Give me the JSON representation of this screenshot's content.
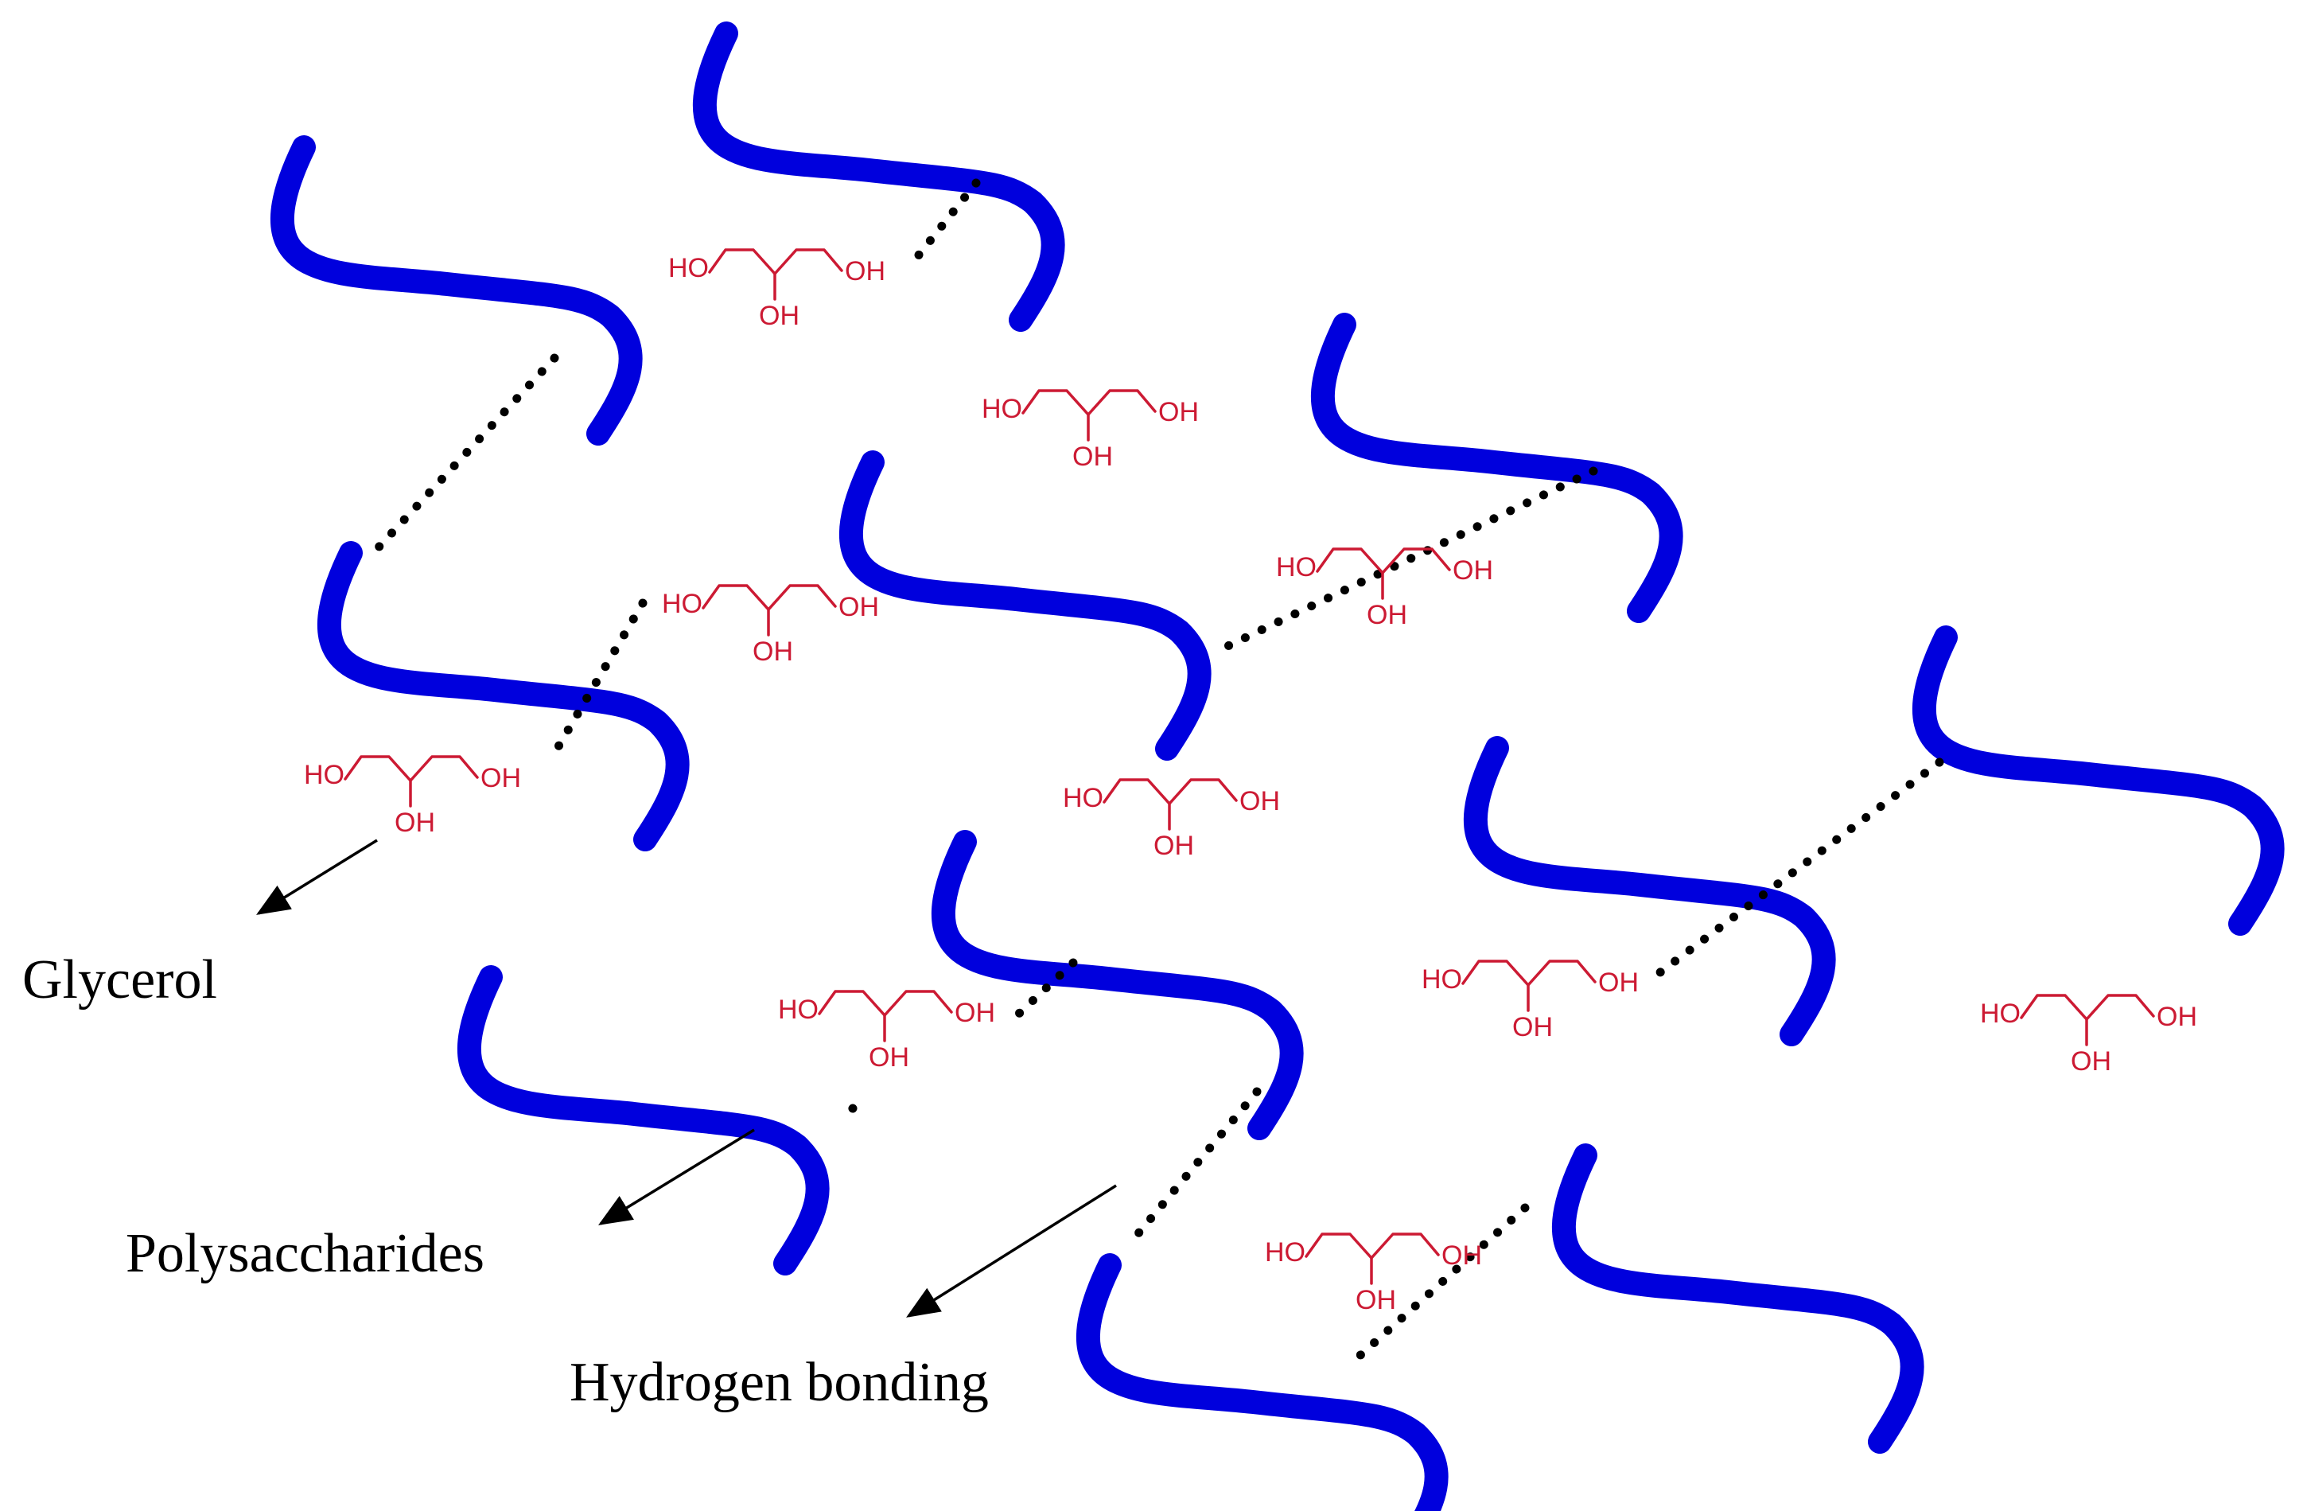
{
  "labels": {
    "glycerol": "Glycerol",
    "polysaccharides": "Polysaccharides",
    "hydrogen_bonding": "Hydrogen bonding"
  },
  "glycerol_atoms": {
    "ho": "HO",
    "oh": "OH"
  },
  "colors": {
    "polysaccharide_chain": "#0000dd",
    "glycerol": "#cc1a33",
    "hydrogen_bond": "#000000",
    "arrow": "#000000"
  }
}
